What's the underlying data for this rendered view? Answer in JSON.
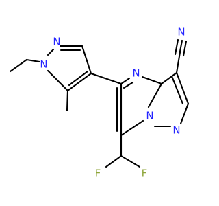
{
  "colors": {
    "background": "#ffffff",
    "bond": "#000000",
    "nitrogen": "#2424ff",
    "fluorine": "#8fa63b"
  },
  "labels": {
    "pyrazole_n_top": "N",
    "pyrazole_n_substituted": "N",
    "nitrile_n": "N",
    "pyrimidine_n": "N",
    "bridge_n": "N",
    "pyrazolo_n_bottom": "N",
    "fluorine_left": "F",
    "fluorine_right": "F"
  }
}
